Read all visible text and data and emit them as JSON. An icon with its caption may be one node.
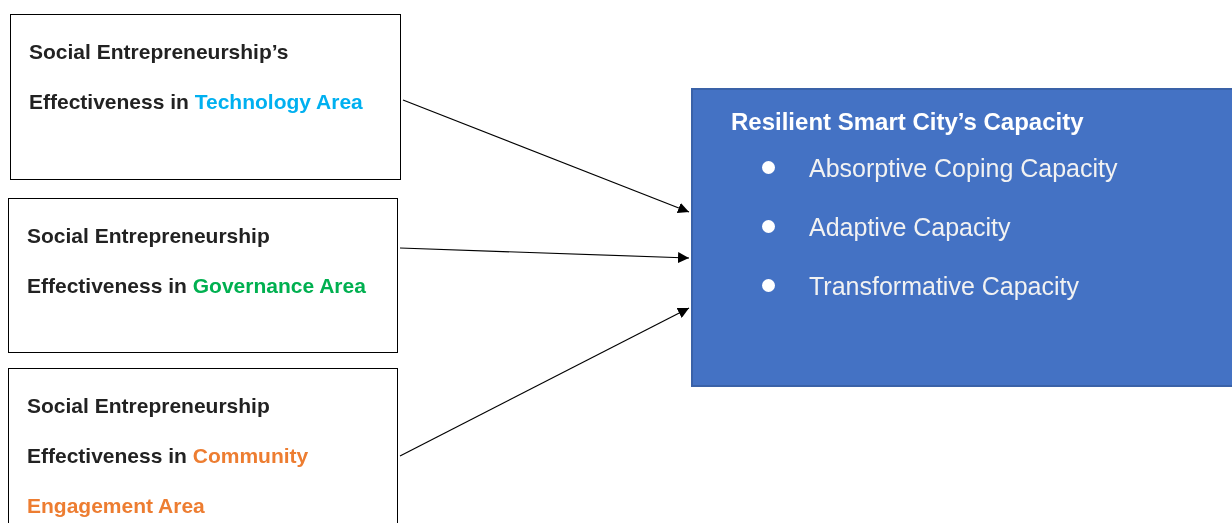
{
  "diagram": {
    "nodes": [
      {
        "text": [
          "Social Entrepreneurship’s Effectiveness in",
          "Technology Area"
        ]
      },
      {
        "text": [
          "Social Entrepreneurship Effectiveness in",
          "Governance Area"
        ]
      },
      {
        "text": [
          "Social Entrepreneurship Effectiveness in",
          "Community Engagement Area"
        ]
      },
      {
        "text": [
          "Resilient Smart City’s Capacity",
          "Absorptive Coping Capacity",
          "Adaptive Capacity",
          "Transformative Capacity"
        ]
      }
    ],
    "edges": [
      {
        "from": 0,
        "to": 3,
        "arrow": "to"
      },
      {
        "from": 1,
        "to": 3,
        "arrow": "to"
      },
      {
        "from": 2,
        "to": 3,
        "arrow": "to"
      }
    ]
  }
}
